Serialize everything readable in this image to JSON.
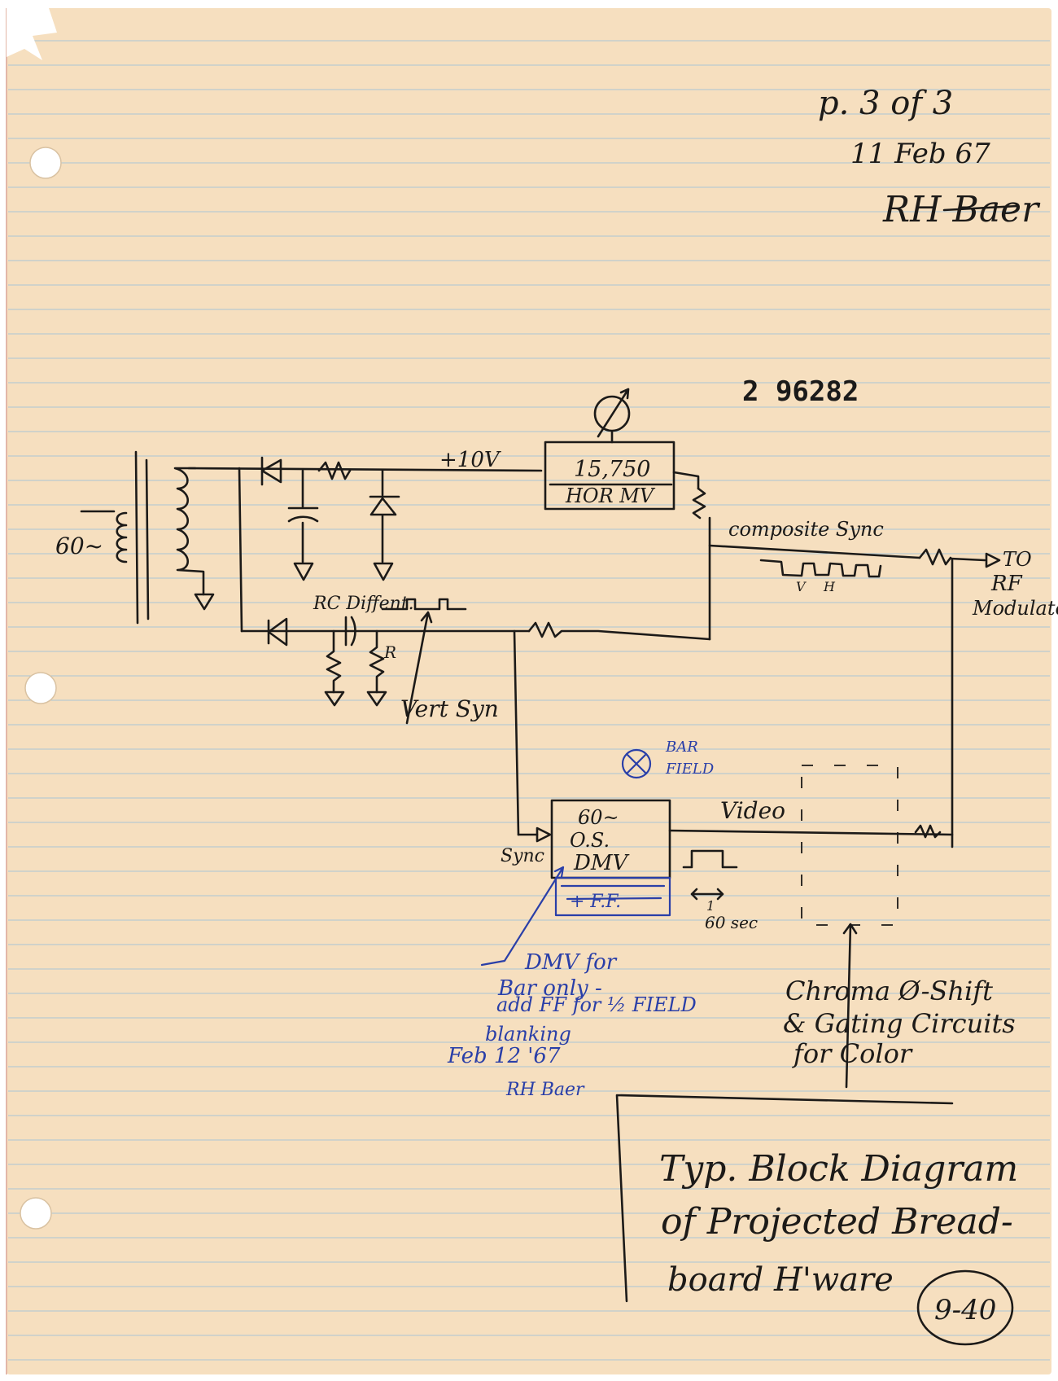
{
  "page": {
    "paper_color": "#f6dfbf",
    "rule_color": "#a9c6d6",
    "margin_color": "#e3b7a8",
    "ink_color": "#1c1a18",
    "blue_ink_color": "#2a3fa8"
  },
  "header": {
    "page_number": "p. 3 of 3",
    "date": "11 Feb 67",
    "signature": "RH Baer"
  },
  "stamp_number": "2 96282",
  "labels": {
    "ac_input": "60~",
    "plus_voltage": "+10V",
    "horiz_osc_line1": "15,750",
    "horiz_osc_line2": "HOR MV",
    "composite_sync": "composite Sync",
    "sync_pulse_v": "V",
    "sync_pulse_h": "H",
    "rf_line1": "TO",
    "rf_line2": "RF",
    "rf_line3": "Modulator",
    "rc_diff": "RC Diffent.",
    "resistor_r": "R",
    "vert_sync": "Vert Syn",
    "bar_field_line1": "BAR",
    "bar_field_line2": "FIELD",
    "dmv_line1": "60~",
    "dmv_line2": "O.S.",
    "dmv_line3": "DMV",
    "dmv_struck": "+ F.F.",
    "sync_in": "Sync",
    "video": "Video",
    "pulse_width_line1": "1",
    "pulse_width_line2": "60 sec"
  },
  "blue_note": {
    "line1": "DMV for",
    "line2": "Bar only -",
    "line3": "add FF for ½ FIELD",
    "line4": "blanking",
    "line5": "Feb 12 '67",
    "line6": "RH Baer"
  },
  "chroma_note": {
    "line1": "Chroma Ø-Shift",
    "line2": "& Gating Circuits",
    "line3": "for Color"
  },
  "caption": {
    "line1": "Typ. Block Diagram",
    "line2": "of Projected Bread-",
    "line3": "board H'ware"
  },
  "corner_tag": "9-40"
}
